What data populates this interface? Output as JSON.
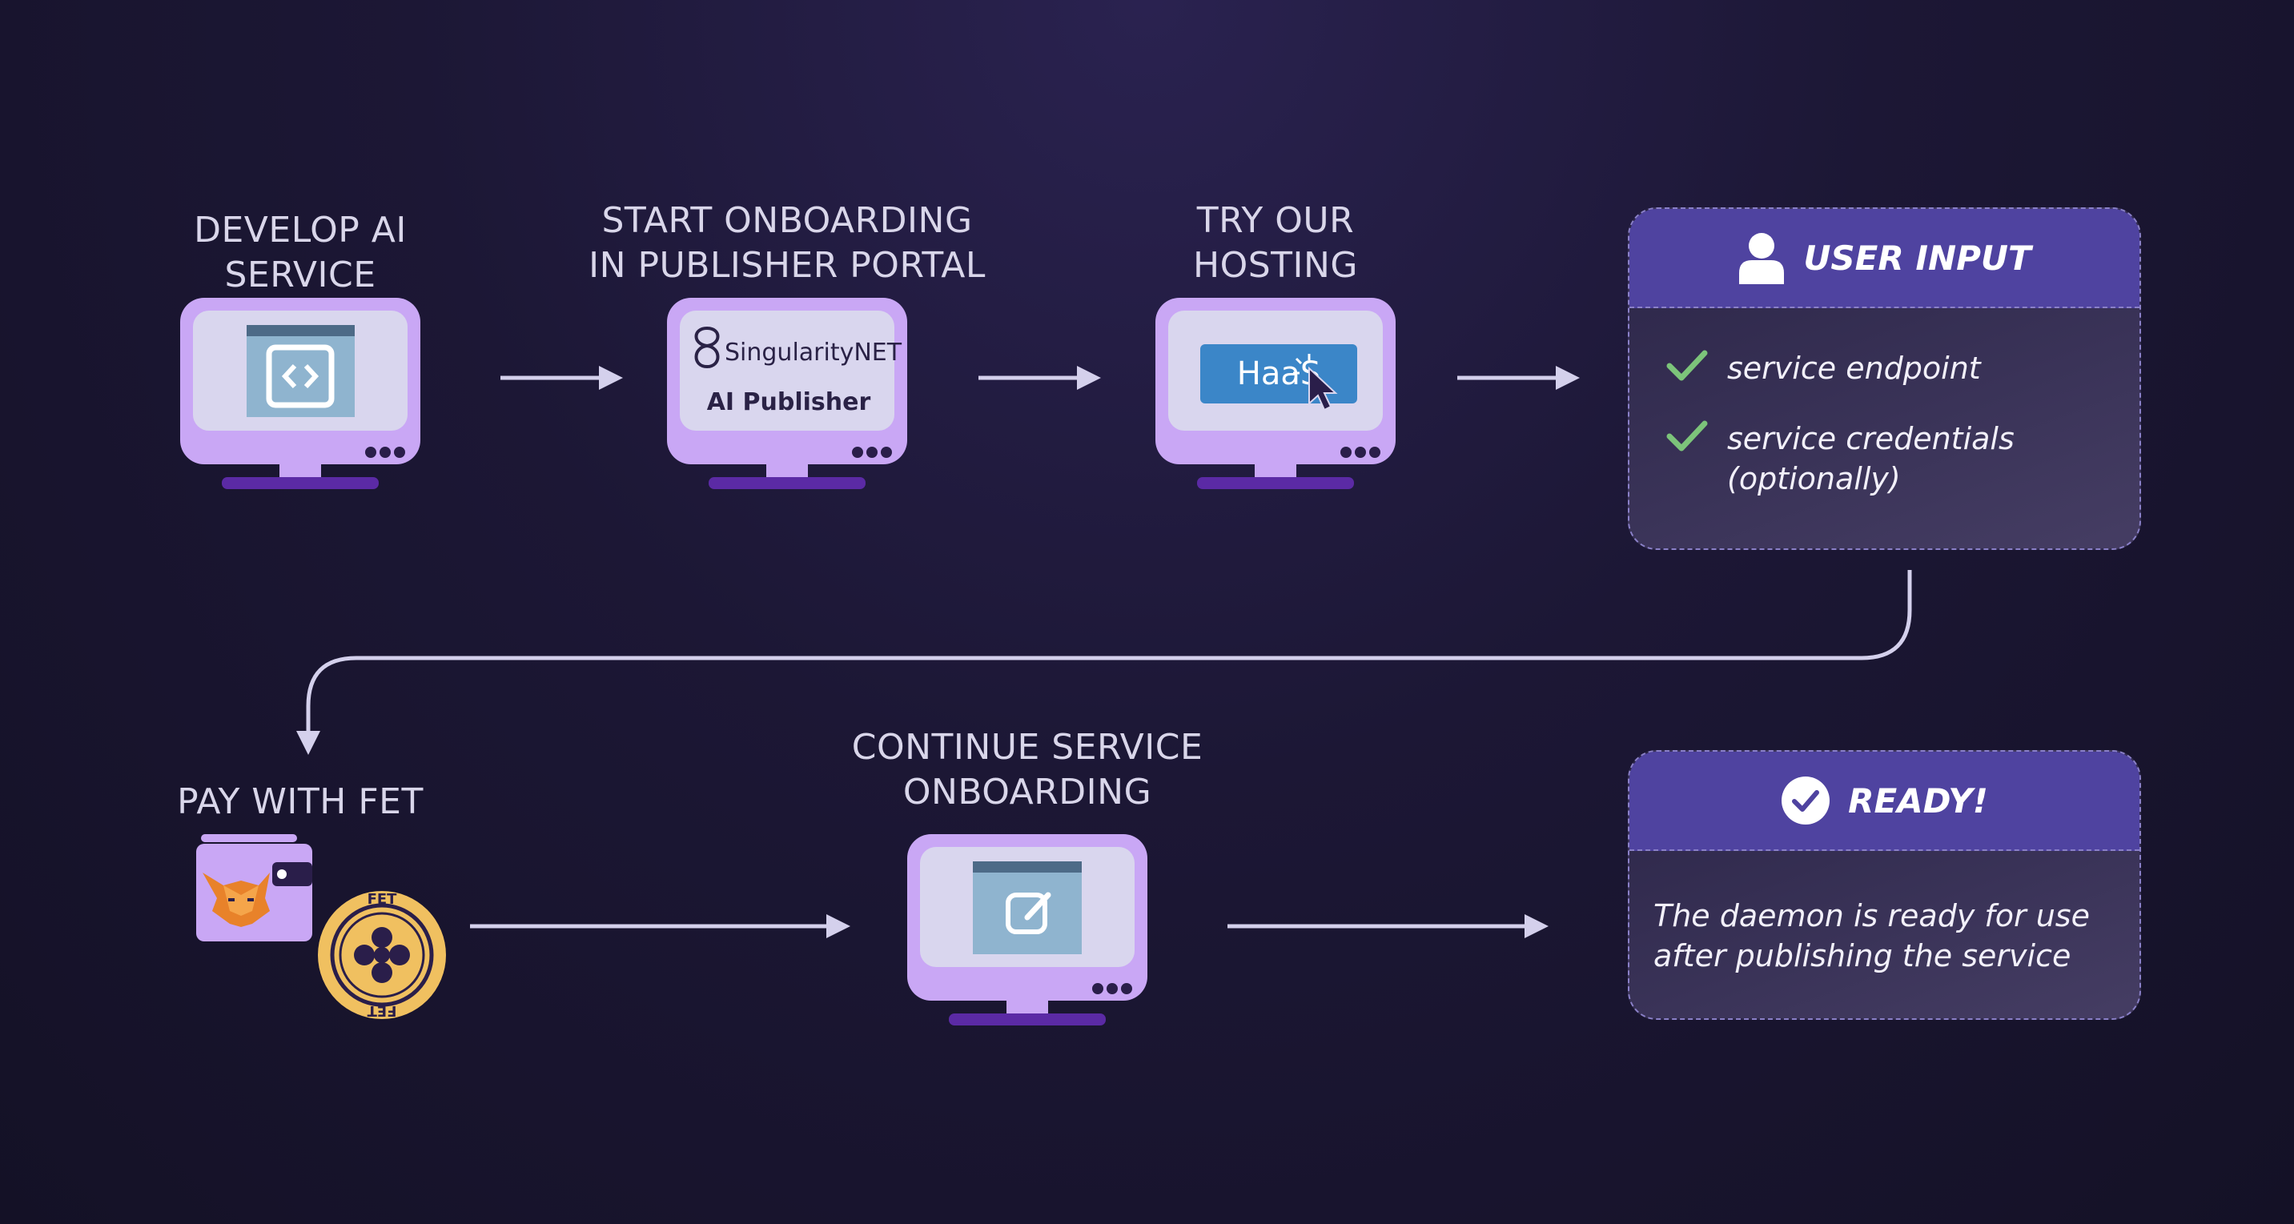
{
  "steps": {
    "develop": {
      "line1": "DEVELOP AI",
      "line2": "SERVICE"
    },
    "onboarding": {
      "line1": "START ONBOARDING",
      "line2": "IN PUBLISHER PORTAL",
      "logo_brand": "SingularityNET",
      "logo_product": "AI Publisher"
    },
    "hosting": {
      "line1": "TRY OUR",
      "line2": "HOSTING",
      "button": "HaaS"
    },
    "pay": {
      "line1": "PAY WITH FET",
      "coin_top": "FET",
      "coin_bottom": "FET"
    },
    "continue": {
      "line1": "CONTINUE SERVICE",
      "line2": "ONBOARDING"
    }
  },
  "user_input": {
    "title": "USER INPUT",
    "items": [
      {
        "line1": "service endpoint",
        "line2": ""
      },
      {
        "line1": "service credentials",
        "line2": "(optionally)"
      }
    ]
  },
  "ready": {
    "title": "READY!",
    "line1": "The daemon is ready for use",
    "line2": "after publishing the service"
  },
  "colors": {
    "background": "#1c1735",
    "monitor": "#c9a7f5",
    "screen": "#d9d6ee",
    "header": "#4f43a0",
    "check": "#7cc47a",
    "arrow": "#d4d0ec",
    "coin": "#f0c060",
    "haas": "#3b86c8"
  }
}
